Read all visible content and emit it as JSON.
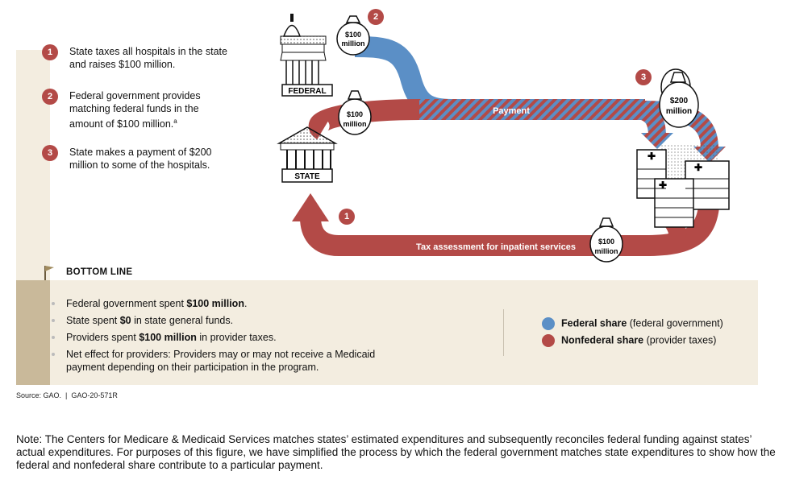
{
  "steps": [
    {
      "num": "1",
      "text": "State taxes all hospitals in the state and raises $100 million."
    },
    {
      "num": "2",
      "text": "Federal government provides matching federal funds in the amount of $100 million.",
      "footnote": "a"
    },
    {
      "num": "3",
      "text": "State makes a payment of $200 million to some of the hospitals."
    }
  ],
  "diagram": {
    "federal_label": "FEDERAL",
    "state_label": "STATE",
    "bag_federal": "$100 million",
    "bag_state": "$100 million",
    "bag_tax": "$100 million",
    "bag_payment": "$200 million",
    "payment_label": "Payment",
    "tax_label": "Tax assessment for inpatient services",
    "badge_1": "1",
    "badge_2": "2",
    "badge_3": "3"
  },
  "bottom_line": {
    "heading": "BOTTOM LINE",
    "items": [
      {
        "pre": "Federal government spent ",
        "bold": "$100 million",
        "post": "."
      },
      {
        "pre": "State spent ",
        "bold": "$0",
        "post": " in state general funds."
      },
      {
        "pre": "Providers spent ",
        "bold": "$100 million",
        "post": " in provider taxes."
      },
      {
        "pre": "Net effect for providers: Providers may or may not receive a Medicaid payment depending on their participation in the program.",
        "bold": "",
        "post": ""
      }
    ]
  },
  "legend": [
    {
      "bold": "Federal share",
      "rest": " (federal government)",
      "color": "#5b8fc6"
    },
    {
      "bold": "Nonfederal share",
      "rest": " (provider taxes)",
      "color": "#b34a47"
    }
  ],
  "source": "Source: GAO.  |  GAO-20-571R",
  "note": "Note: The Centers for Medicare & Medicaid Services matches states’ estimated expenditures and subsequently reconciles federal funding against states’ actual expenditures. For purposes of this figure, we have simplified the process by which the federal government matches state expenditures to show how the federal and nonfederal share contribute to a particular payment.",
  "colors": {
    "federal": "#5b8fc6",
    "nonfederal": "#b34a47",
    "panel": "#f3ede0",
    "sidebar": "#c9b99a"
  }
}
